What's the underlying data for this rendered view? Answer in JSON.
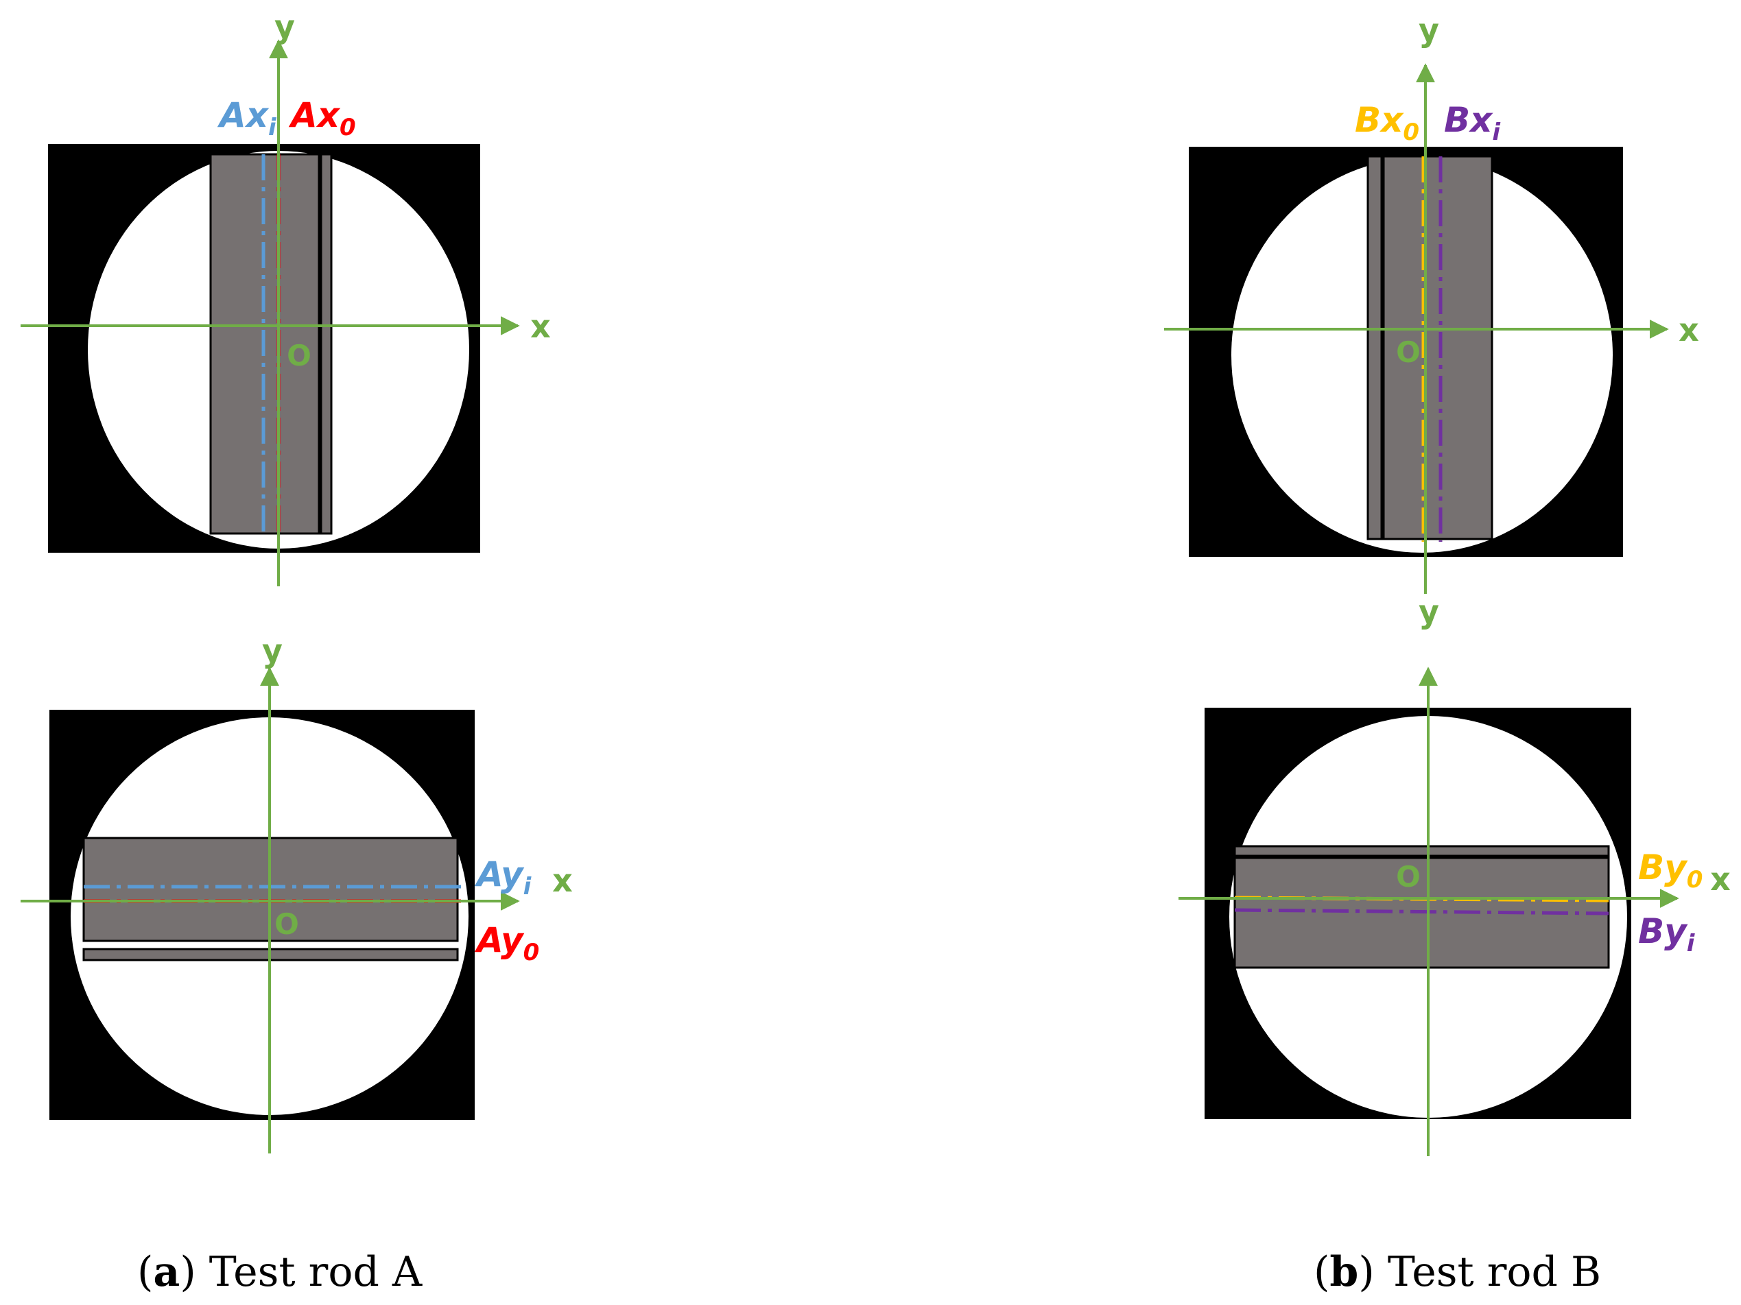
{
  "colors": {
    "axis": "#70ad47",
    "rod": "#767171",
    "frame": "#000000",
    "hole": "#ffffff",
    "ax_i": "#5b9bd5",
    "ax_0": "#ff0000",
    "bx_0": "#ffc000",
    "bx_i": "#7030a0"
  },
  "axes": {
    "x": "x",
    "y": "y",
    "origin": "O"
  },
  "panels": {
    "a_top": {
      "label_i": {
        "base": "Ax",
        "sub": "i"
      },
      "label_0": {
        "base": "Ax",
        "sub": "0"
      }
    },
    "a_bottom": {
      "label_i": {
        "base": "Ay",
        "sub": "i"
      },
      "label_0": {
        "base": "Ay",
        "sub": "0"
      }
    },
    "b_top": {
      "label_0": {
        "base": "Bx",
        "sub": "0"
      },
      "label_i": {
        "base": "Bx",
        "sub": "i"
      }
    },
    "b_bottom": {
      "label_0": {
        "base": "By",
        "sub": "0"
      },
      "label_i": {
        "base": "By",
        "sub": "i"
      }
    }
  },
  "captions": {
    "a": {
      "letter": "a",
      "text": "Test rod A"
    },
    "b": {
      "letter": "b",
      "text": "Test rod B"
    }
  }
}
